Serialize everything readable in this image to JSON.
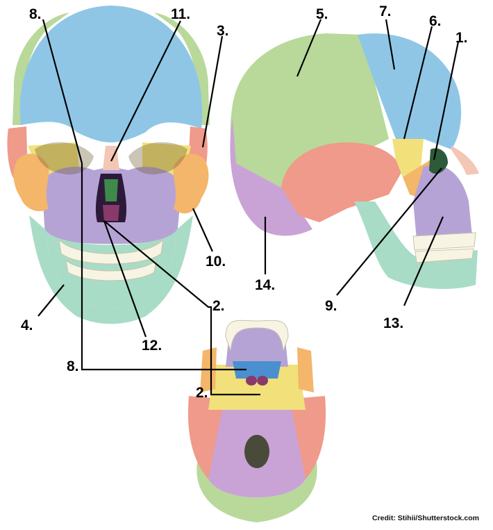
{
  "labels": {
    "frontal_1": "1.",
    "zygomatic": "2.",
    "frontal_3": "3.",
    "mandible": "4.",
    "parietal": "5.",
    "sphenoid": "6.",
    "frontal_7": "7.",
    "maxilla_8": "8.",
    "nasal_9": "9.",
    "zygomatic_10": "10.",
    "nasal_11": "11.",
    "vomer_12": "12.",
    "maxilla_13": "13.",
    "occipital_14": "14.",
    "maxilla_8b": "8.",
    "vomer_2b": "2."
  },
  "credit": "Credit: Stihii/Shutterstock.com",
  "colors": {
    "frontal": "#8fc6e6",
    "parietal": "#b8d99a",
    "temporal": "#ef9a8a",
    "occipital": "#c9a3d6",
    "sphenoid": "#f2e07a",
    "zygomatic": "#f4b66a",
    "maxilla": "#b6a3d6",
    "mandible": "#a8dcc6",
    "nasal": "#f4c6b6",
    "vomer": "#8a3a6a",
    "teeth": "#f8f4e4",
    "palatine": "#4a90d0",
    "line": "#000000"
  }
}
